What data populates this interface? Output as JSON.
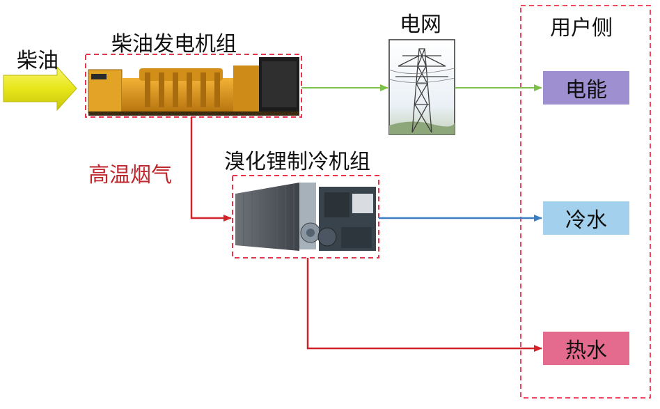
{
  "fuel_label": "柴油",
  "generator": {
    "title": "柴油发电机组"
  },
  "grid": {
    "title": "电网"
  },
  "chiller": {
    "title": "溴化锂制冷机组"
  },
  "flue_gas_label": "高温烟气",
  "user_side": {
    "title": "用户侧",
    "outputs": [
      {
        "label": "电能",
        "color": "#9d8fd0"
      },
      {
        "label": "冷水",
        "color": "#a3d0ec"
      },
      {
        "label": "热水",
        "color": "#e46b8e"
      }
    ]
  },
  "colors": {
    "dashed_border": "#e8334a",
    "electric_flow": "#7cc14a",
    "cold_flow": "#3a7fc4",
    "hot_flow": "#d2232a",
    "fuel_arrow": "#f2ee1e"
  }
}
